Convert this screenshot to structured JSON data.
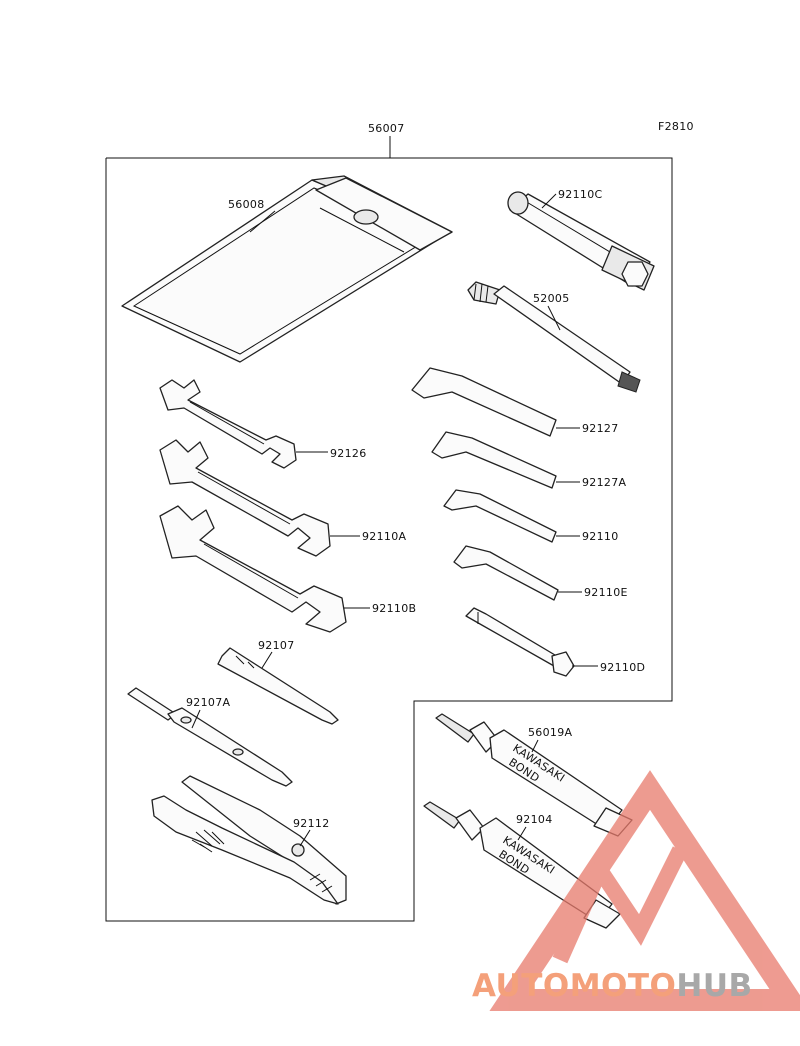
{
  "figure_code": "F2810",
  "kit_part": "56007",
  "parts": [
    {
      "id": "56008",
      "name": "tool-bag"
    },
    {
      "id": "92110C",
      "name": "plug-wrench"
    },
    {
      "id": "52005",
      "name": "tommy-bar"
    },
    {
      "id": "92127",
      "name": "hex-key-large"
    },
    {
      "id": "92127A",
      "name": "hex-key-medium"
    },
    {
      "id": "92110",
      "name": "hex-key-small"
    },
    {
      "id": "92110E",
      "name": "hex-key-smallest"
    },
    {
      "id": "92110D",
      "name": "spoke-wrench"
    },
    {
      "id": "92126",
      "name": "open-end-wrench-small"
    },
    {
      "id": "92110A",
      "name": "open-end-wrench-medium"
    },
    {
      "id": "92110B",
      "name": "open-end-wrench-large"
    },
    {
      "id": "92107",
      "name": "screwdriver-bit"
    },
    {
      "id": "92107A",
      "name": "screwdriver-handle"
    },
    {
      "id": "92112",
      "name": "pliers"
    },
    {
      "id": "56019A",
      "name": "bond-tube-large"
    },
    {
      "id": "92104",
      "name": "bond-tube-small"
    }
  ],
  "tube_print": {
    "brand": "KAWASAKI",
    "product": "BOND"
  },
  "watermark": {
    "part1": "AUTOMOTO",
    "part2": "HUB",
    "color_main": "#f4a07a",
    "color_hub": "#a8a8a8",
    "color_triangle": "#e87a6c"
  }
}
